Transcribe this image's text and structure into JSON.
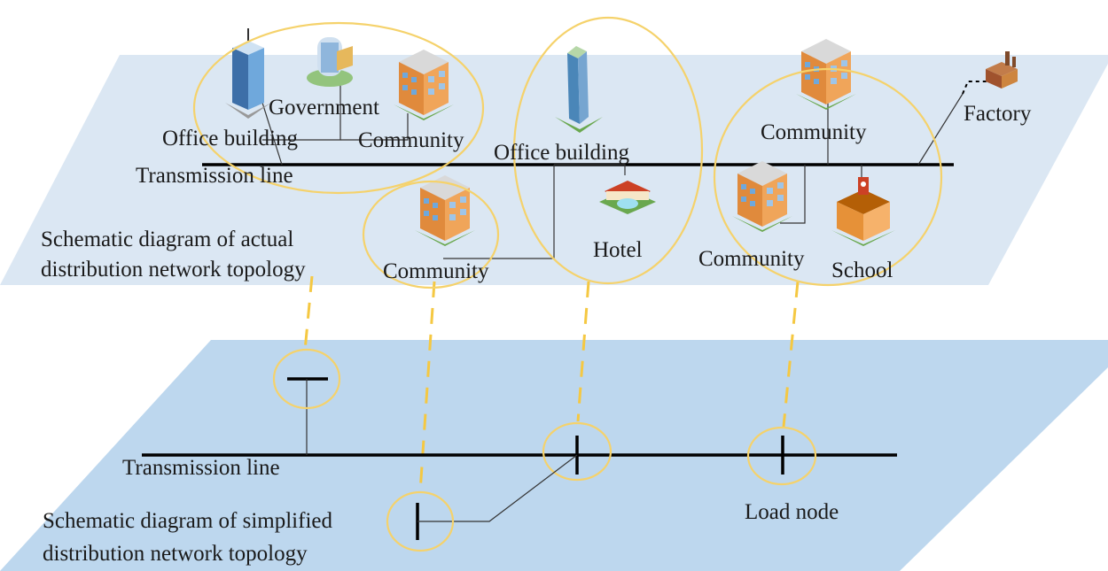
{
  "top_plane": {
    "caption_line1": "Schematic diagram of actual",
    "caption_line2": "distribution network topology",
    "transmission_line": "Transmission line",
    "labels": {
      "government": "Government",
      "office_building_left": "Office building",
      "community_top_left": "Community",
      "office_building_center": "Office building",
      "community_top_right": "Community",
      "factory": "Factory",
      "community_center": "Community",
      "hotel": "Hotel",
      "community_bottom_right": "Community",
      "school": "School"
    }
  },
  "bottom_plane": {
    "caption_line1": "Schematic diagram of simplified",
    "caption_line2": "distribution network topology",
    "transmission_line": "Transmission line",
    "load_node": "Load node"
  },
  "colors": {
    "top_plane": "#dbe7f3",
    "bottom_plane": "#bdd7ee",
    "highlight": "#f5d26b"
  }
}
